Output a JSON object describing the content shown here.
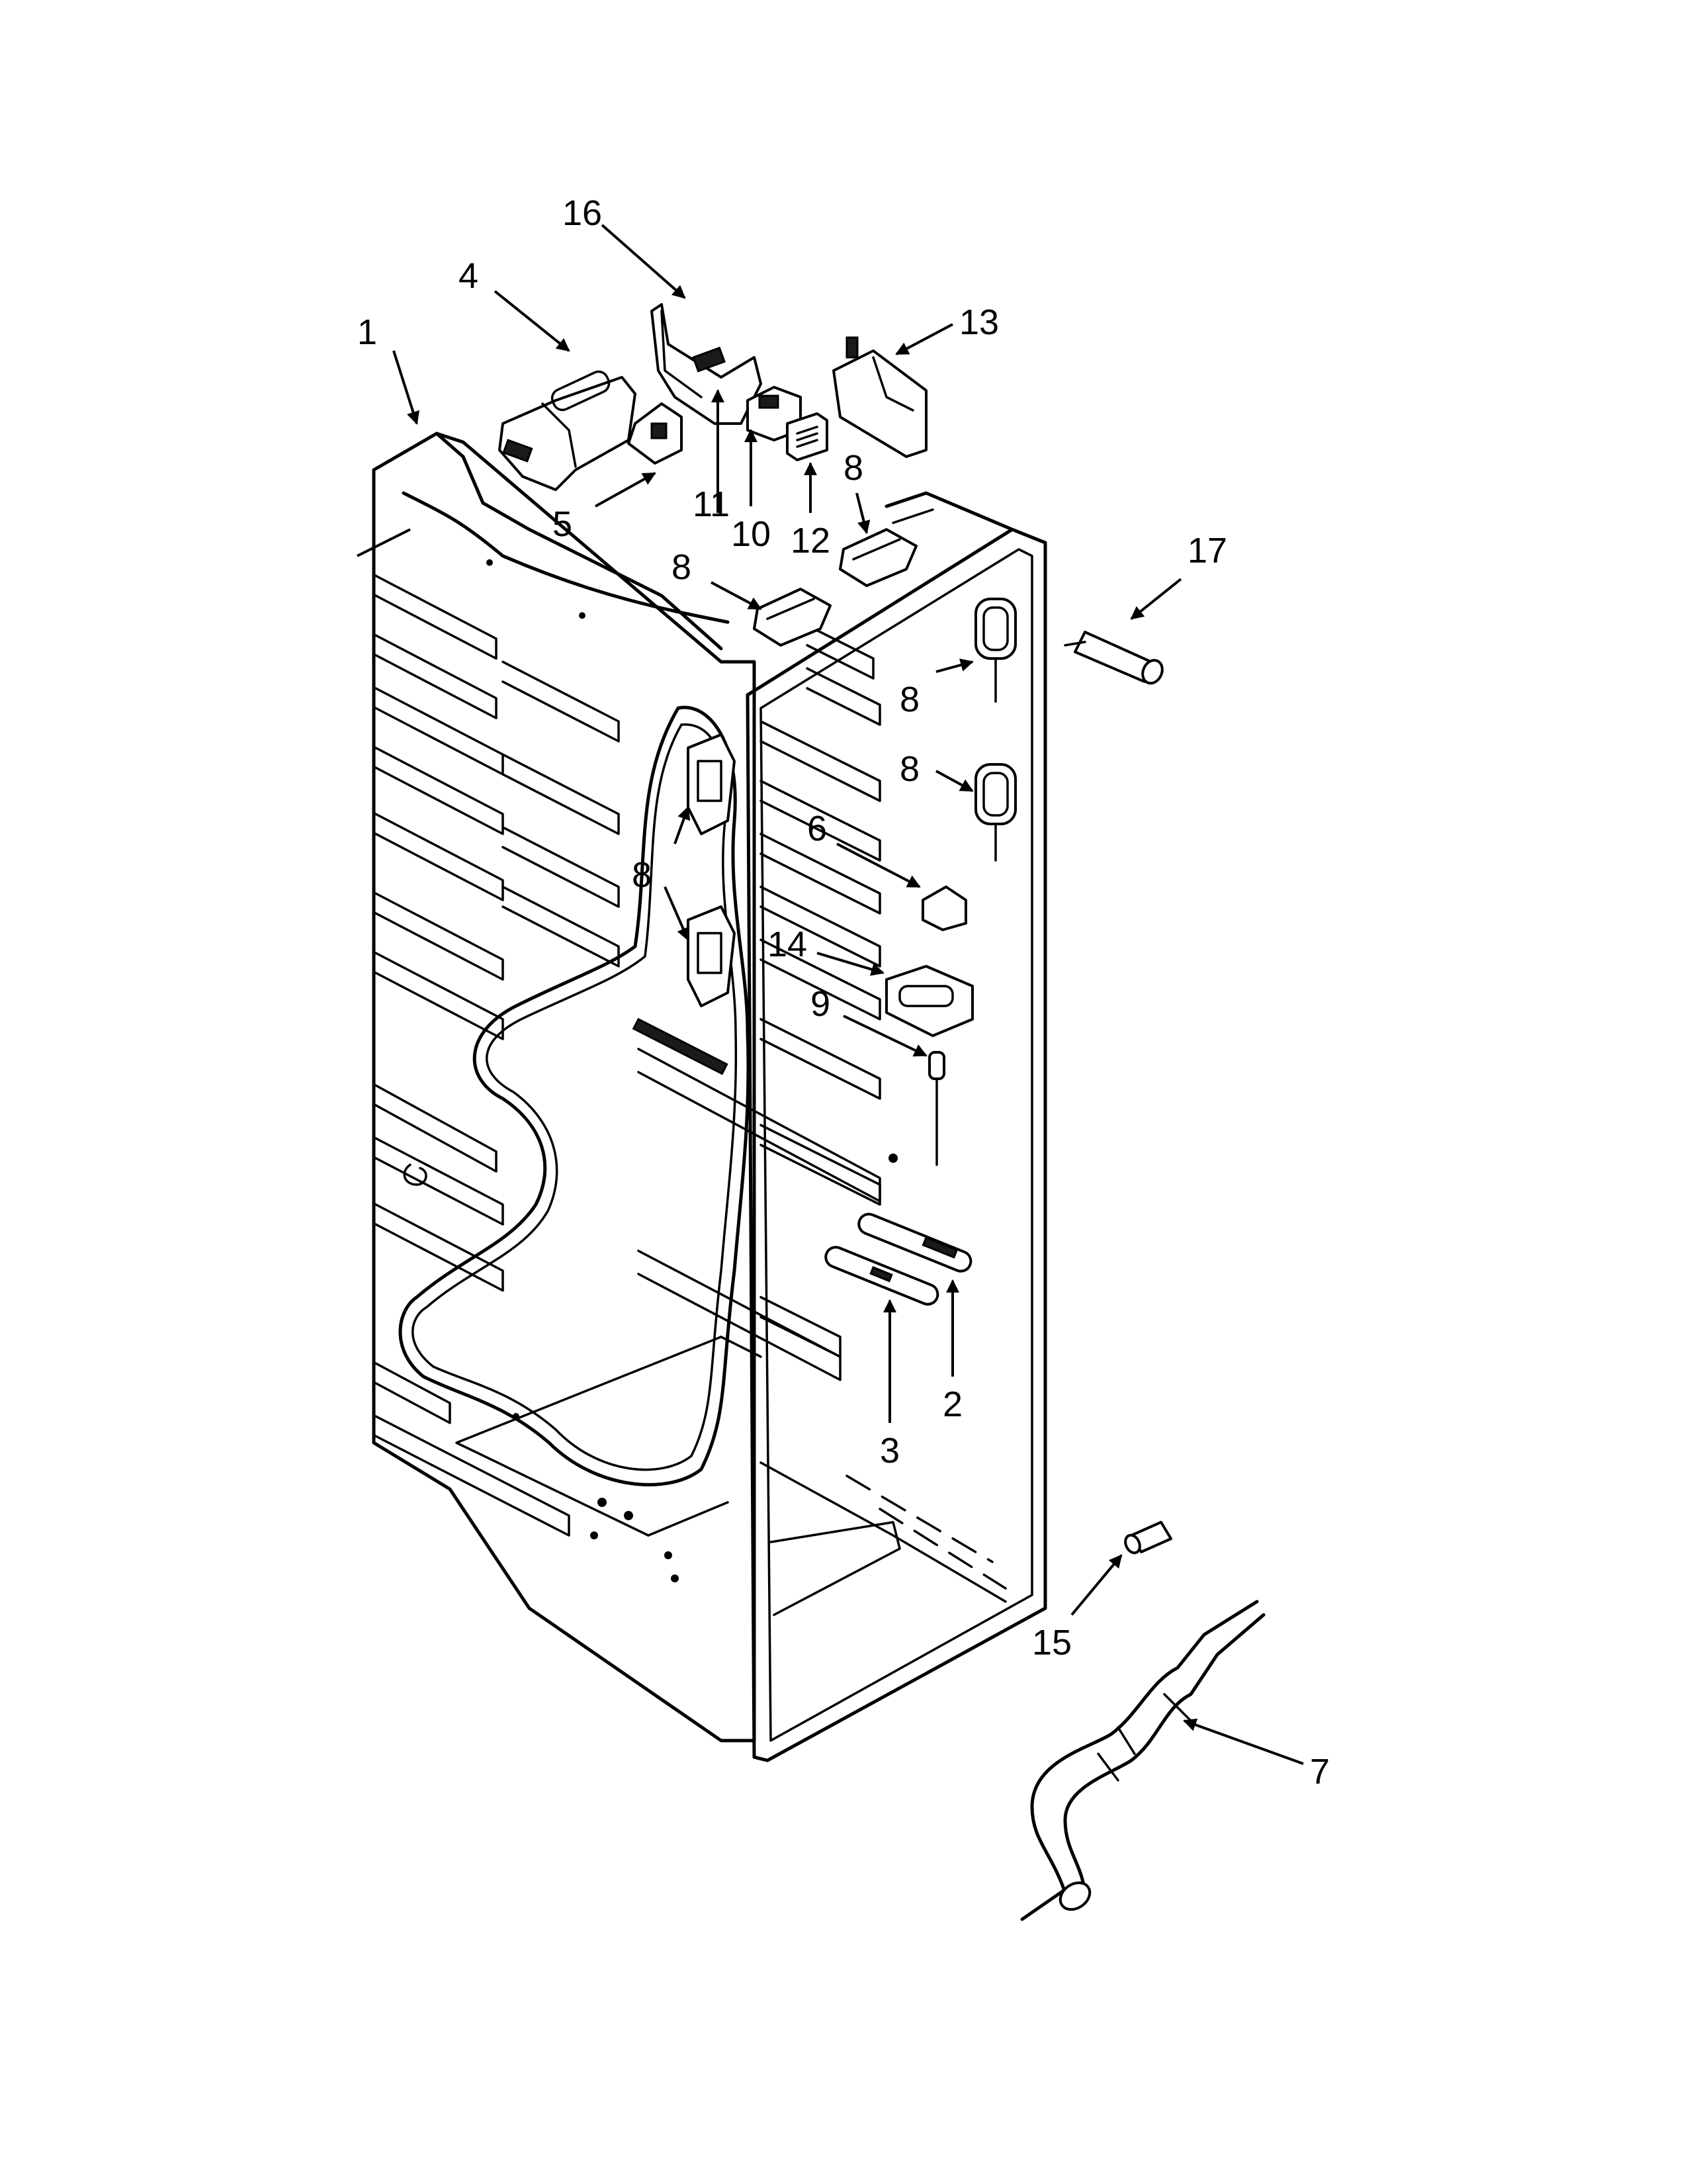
{
  "callouts": [
    {
      "id": "c1",
      "text": "1"
    },
    {
      "id": "c2",
      "text": "2"
    },
    {
      "id": "c3",
      "text": "3"
    },
    {
      "id": "c4",
      "text": "4"
    },
    {
      "id": "c5",
      "text": "5"
    },
    {
      "id": "c6",
      "text": "6"
    },
    {
      "id": "c7",
      "text": "7"
    },
    {
      "id": "c8",
      "text": "8"
    },
    {
      "id": "c9",
      "text": "9"
    },
    {
      "id": "c10",
      "text": "10"
    },
    {
      "id": "c11",
      "text": "11"
    },
    {
      "id": "c12",
      "text": "12"
    },
    {
      "id": "c13",
      "text": "13"
    },
    {
      "id": "c14",
      "text": "14"
    },
    {
      "id": "c15",
      "text": "15"
    },
    {
      "id": "c16",
      "text": "16"
    },
    {
      "id": "c17",
      "text": "17"
    }
  ],
  "colors": {
    "ink": "#000000",
    "paper": "#ffffff"
  }
}
